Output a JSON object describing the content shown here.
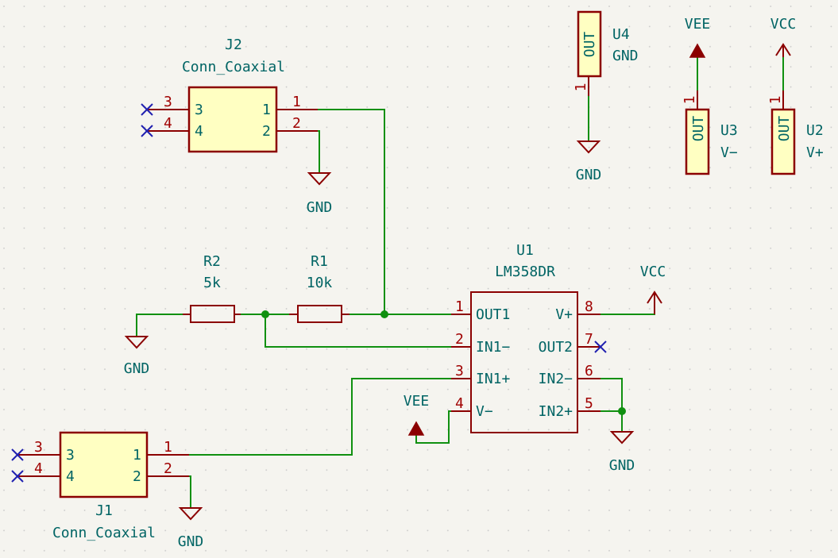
{
  "components": {
    "j2": {
      "ref": "J2",
      "value": "Conn_Coaxial",
      "p1": "1",
      "p2": "2",
      "p3": "3",
      "p4": "4",
      "n1": "1",
      "n2": "2",
      "n3": "3",
      "n4": "4"
    },
    "j1": {
      "ref": "J1",
      "value": "Conn_Coaxial",
      "p1": "1",
      "p2": "2",
      "p3": "3",
      "p4": "4",
      "n1": "1",
      "n2": "2",
      "n3": "3",
      "n4": "4"
    },
    "r1": {
      "ref": "R1",
      "value": "10k"
    },
    "r2": {
      "ref": "R2",
      "value": "5k"
    },
    "u1": {
      "ref": "U1",
      "value": "LM358DR",
      "pins": [
        {
          "num": "1",
          "name": "OUT1"
        },
        {
          "num": "2",
          "name": "IN1−"
        },
        {
          "num": "3",
          "name": "IN1+"
        },
        {
          "num": "4",
          "name": "V−"
        },
        {
          "num": "5",
          "name": "IN2+"
        },
        {
          "num": "6",
          "name": "IN2−"
        },
        {
          "num": "7",
          "name": "OUT2"
        },
        {
          "num": "8",
          "name": "V+"
        }
      ]
    },
    "u2": {
      "ref": "U2",
      "value": "V+",
      "pin_num": "1",
      "pin_name": "OUT"
    },
    "u3": {
      "ref": "U3",
      "value": "V−",
      "pin_num": "1",
      "pin_name": "OUT"
    },
    "u4": {
      "ref": "U4",
      "value": "GND",
      "pin_num": "1",
      "pin_name": "OUT"
    }
  },
  "power": {
    "gnd": "GND",
    "vcc": "VCC",
    "vee": "VEE"
  },
  "colors": {
    "background": "#f5f4ef",
    "wire": "#109010",
    "symbol": "#8b0000",
    "body_fill": "#ffffc2",
    "text": "#006464",
    "pin_number": "#a00000",
    "no_connect": "#2020b0"
  }
}
